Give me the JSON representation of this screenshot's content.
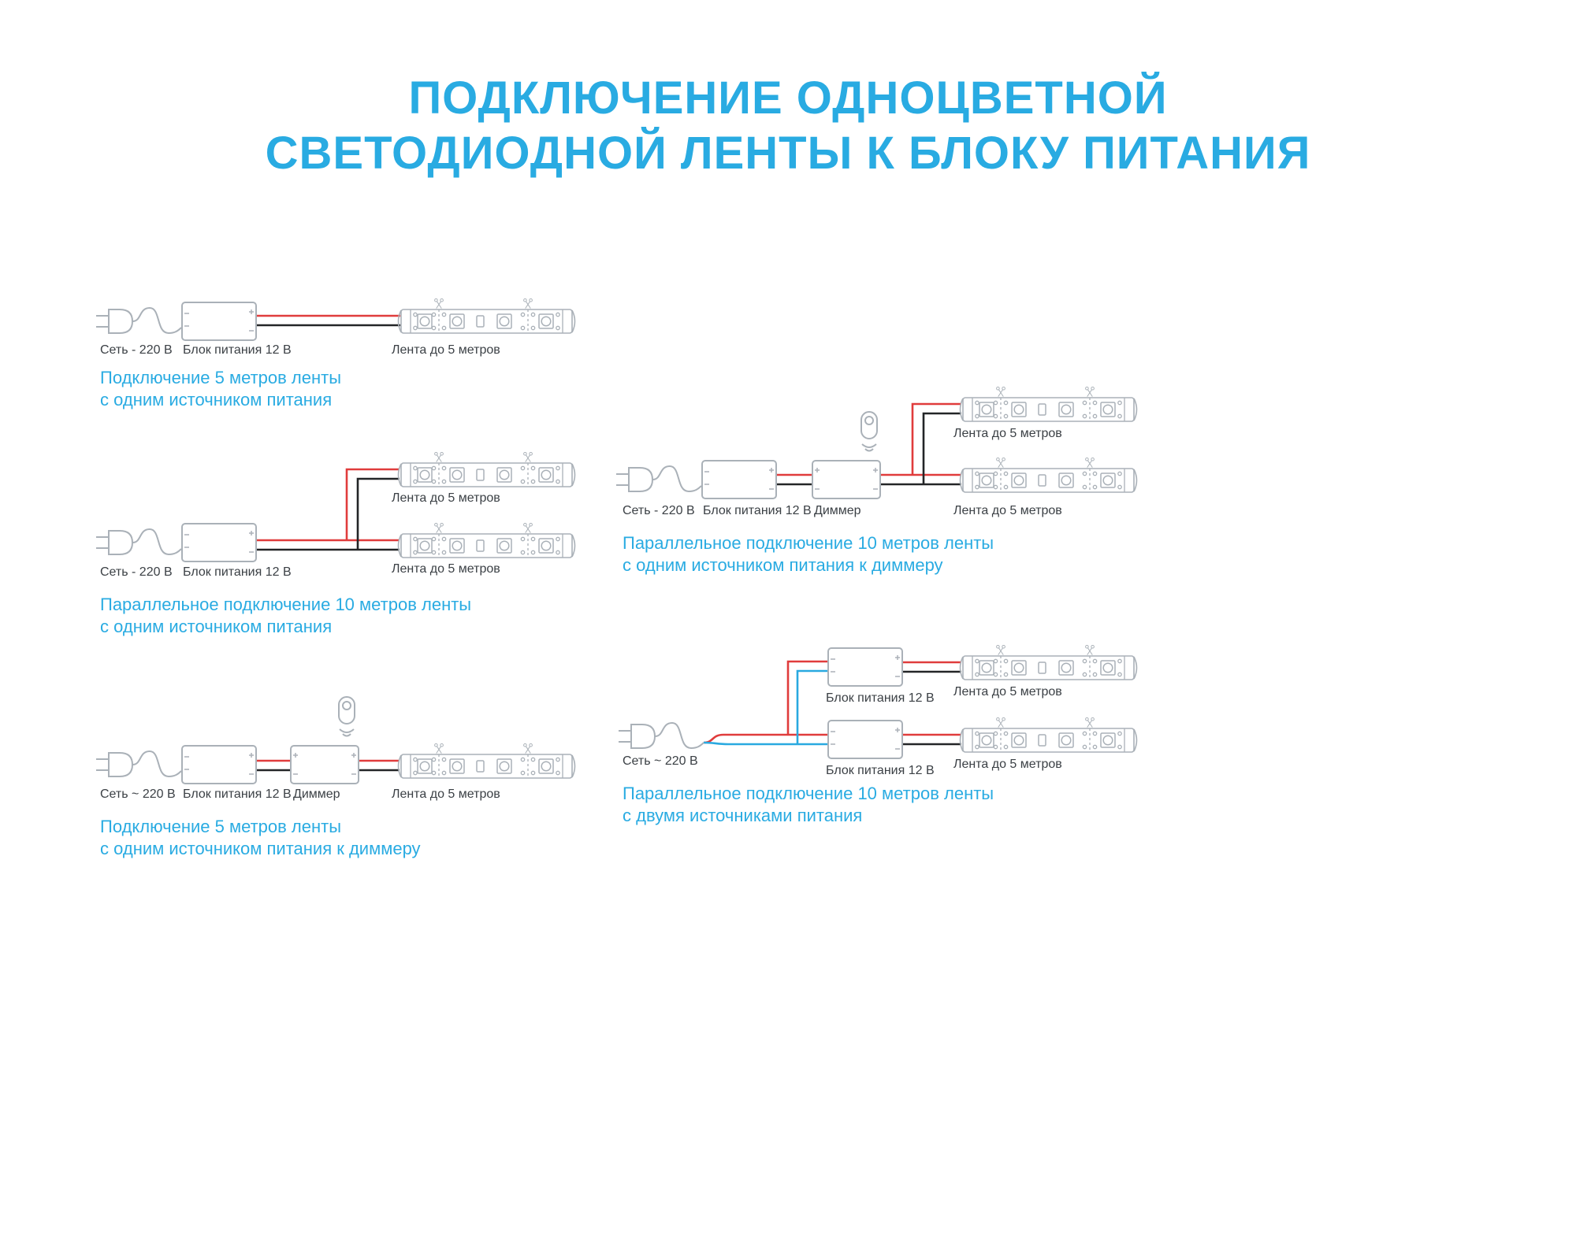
{
  "title": {
    "line1": "ПОДКЛЮЧЕНИЕ ОДНОЦВЕТНОЙ",
    "line2": "СВЕТОДИОДНОЙ ЛЕНТЫ К БЛОКУ ПИТАНИЯ"
  },
  "colors": {
    "accent": "#29abe2",
    "wire_red": "#e03c3c",
    "wire_black": "#232527",
    "wire_blue": "#29a9e0",
    "outline_gray": "#aab1b8",
    "label_text": "#3b4045"
  },
  "icons": [
    "plug-icon",
    "psu-box",
    "dimmer-box",
    "remote-icon",
    "led-strip",
    "scissors-icon"
  ],
  "diagrams": [
    {
      "id": "single-5m",
      "labels": {
        "mains": "Сеть - 220 В",
        "psu": "Блок питания 12 В",
        "strip": "Лента до 5 метров"
      },
      "caption": {
        "line1": "Подключение 5 метров ленты",
        "line2": "с одним источником питания"
      }
    },
    {
      "id": "parallel-10m-one-psu",
      "labels": {
        "mains": "Сеть - 220 В",
        "psu": "Блок питания 12 В",
        "strip_top": "Лента до 5 метров",
        "strip_bottom": "Лента до 5 метров"
      },
      "caption": {
        "line1": "Параллельное подключение 10 метров ленты",
        "line2": "с одним источником питания"
      }
    },
    {
      "id": "single-5m-dimmer",
      "labels": {
        "mains": "Сеть ~ 220 В",
        "psu": "Блок питания 12 В",
        "dimmer": "Диммер",
        "strip": "Лента до 5 метров"
      },
      "caption": {
        "line1": "Подключение 5 метров ленты",
        "line2": "с одним источником питания к диммеру"
      }
    },
    {
      "id": "parallel-10m-dimmer",
      "labels": {
        "mains": "Сеть - 220 В",
        "psu": "Блок питания 12 В",
        "dimmer": "Диммер",
        "strip_top": "Лента до 5 метров",
        "strip_bottom": "Лента до 5 метров"
      },
      "caption": {
        "line1": "Параллельное подключение 10 метров ленты",
        "line2": "с одним источником питания к диммеру"
      }
    },
    {
      "id": "parallel-10m-two-psu",
      "labels": {
        "mains": "Сеть ~ 220 В",
        "psu_top": "Блок питания 12 В",
        "psu_bottom": "Блок питания 12 В",
        "strip_top": "Лента до 5 метров",
        "strip_bottom": "Лента до 5 метров"
      },
      "caption": {
        "line1": "Параллельное подключение 10 метров ленты",
        "line2": "с двумя источниками питания"
      }
    }
  ]
}
